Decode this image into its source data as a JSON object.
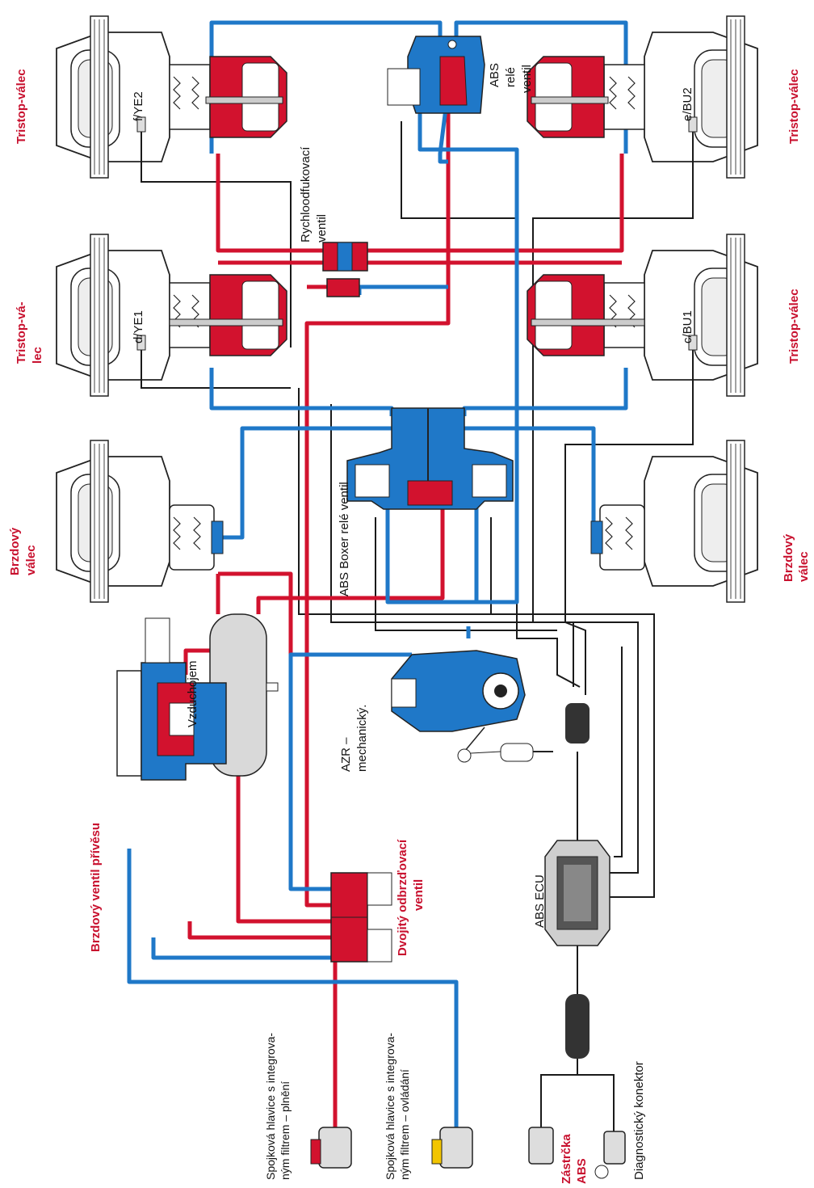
{
  "labels": {
    "tristop_valec_1": "Tristop-válec",
    "tristop_valec_2": "Tristop-válec",
    "tristop_valec_3": "Tristop-válec",
    "tristop_vaec_split_1": "Tristop-vá-",
    "tristop_vaec_split_2": "lec",
    "brzdovy_valec_1a": "Brzdový",
    "brzdovy_valec_1b": "válec",
    "brzdovy_valec_2a": "Brzdový",
    "brzdovy_valec_2b": "válec",
    "sensor_fye2": "f/YE2",
    "sensor_dye1": "d/YE1",
    "sensor_ebu2": "e/BU2",
    "sensor_cbu1": "c/BU1",
    "quick_release_1": "Rychloodfukovací",
    "quick_release_2": "ventil",
    "abs_relay_1": "ABS",
    "abs_relay_2": "relé",
    "abs_relay_3": "ventil",
    "abs_boxer": "ABS Boxer relé ventil",
    "air_tank": "Vzduchojem",
    "azr_1": "AZR –",
    "azr_2": "mechanický.",
    "trailer_brake_valve": "Brzdový ventil přívěsu",
    "double_release_1": "Dvojitý odbrzďovací",
    "double_release_2": "ventil",
    "abs_ecu": "ABS ECU",
    "coupling_supply_1": "Spojková hlavice s integrova-",
    "coupling_supply_2": "ným filtrem – plnění",
    "coupling_control_1": "Spojková hlavice s integrova-",
    "coupling_control_2": "ným filtrem – ovládání",
    "abs_plug_1": "Zástrčka",
    "abs_plug_2": "ABS",
    "diag_connector": "Diagnostický konektor"
  },
  "colors": {
    "supply_line": "#d2122e",
    "control_line": "#1f78c8",
    "electric_line": "#1a1a1a",
    "component_outline": "#1a1a1a",
    "tank_fill": "#d9d9d9",
    "highlight_red": "#c8102e"
  }
}
